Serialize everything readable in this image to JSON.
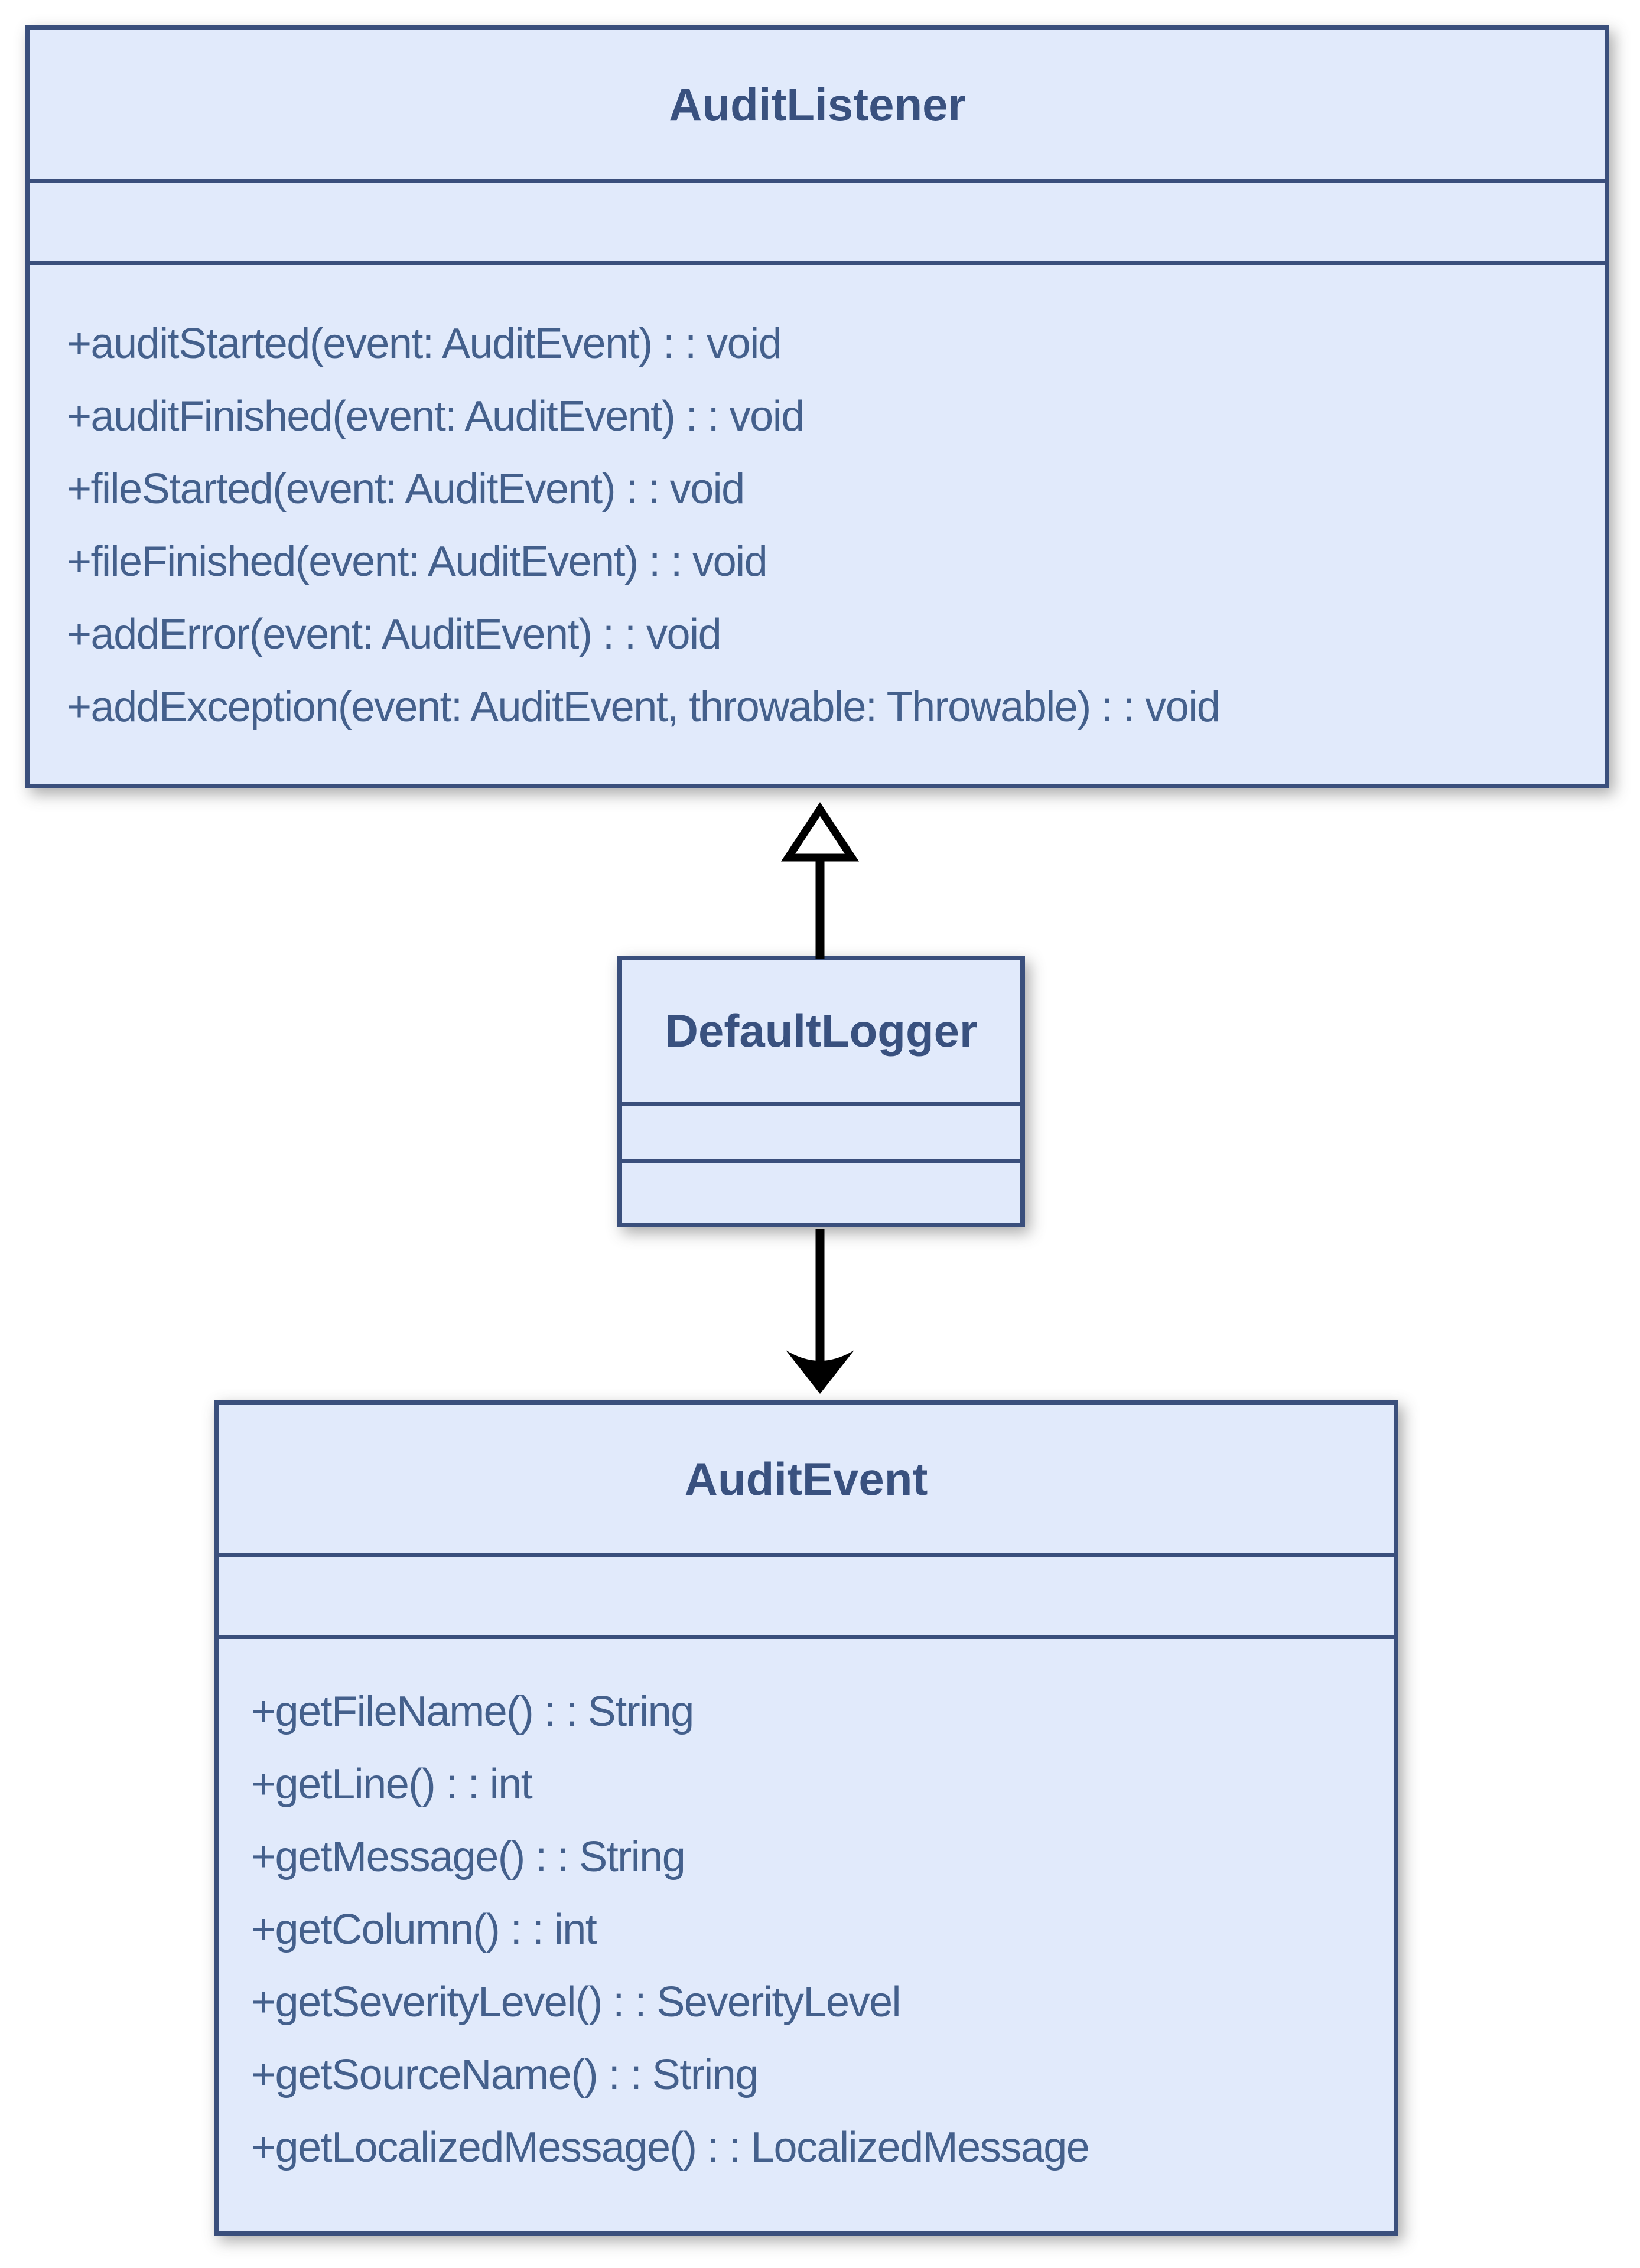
{
  "diagram": {
    "type": "uml-class-diagram",
    "colors": {
      "box_fill": "#E1EAFB",
      "box_border": "#3A4F7C",
      "title_text": "#39517F",
      "method_text": "#44608C",
      "connector": "#000000",
      "background": "#FFFFFF"
    },
    "classes": [
      {
        "name": "AuditListener",
        "attributes": [],
        "methods": [
          "+auditStarted(event: AuditEvent) : : void",
          "+auditFinished(event: AuditEvent) : : void",
          "+fileStarted(event: AuditEvent) : : void",
          "+fileFinished(event: AuditEvent) : : void",
          "+addError(event: AuditEvent) : : void",
          "+addException(event: AuditEvent, throwable: Throwable) : : void"
        ]
      },
      {
        "name": "DefaultLogger",
        "attributes": [],
        "methods": []
      },
      {
        "name": "AuditEvent",
        "attributes": [],
        "methods": [
          "+getFileName() : : String",
          "+getLine() : : int",
          "+getMessage() : : String",
          "+getColumn() : : int",
          "+getSeverityLevel() : : SeverityLevel",
          "+getSourceName() : : String",
          "+getLocalizedMessage() : : LocalizedMessage"
        ]
      }
    ],
    "relationships": [
      {
        "from": "DefaultLogger",
        "to": "AuditListener",
        "type": "realization",
        "arrowhead": "hollow-triangle"
      },
      {
        "from": "DefaultLogger",
        "to": "AuditEvent",
        "type": "directed-association",
        "arrowhead": "open-barbed"
      }
    ]
  }
}
